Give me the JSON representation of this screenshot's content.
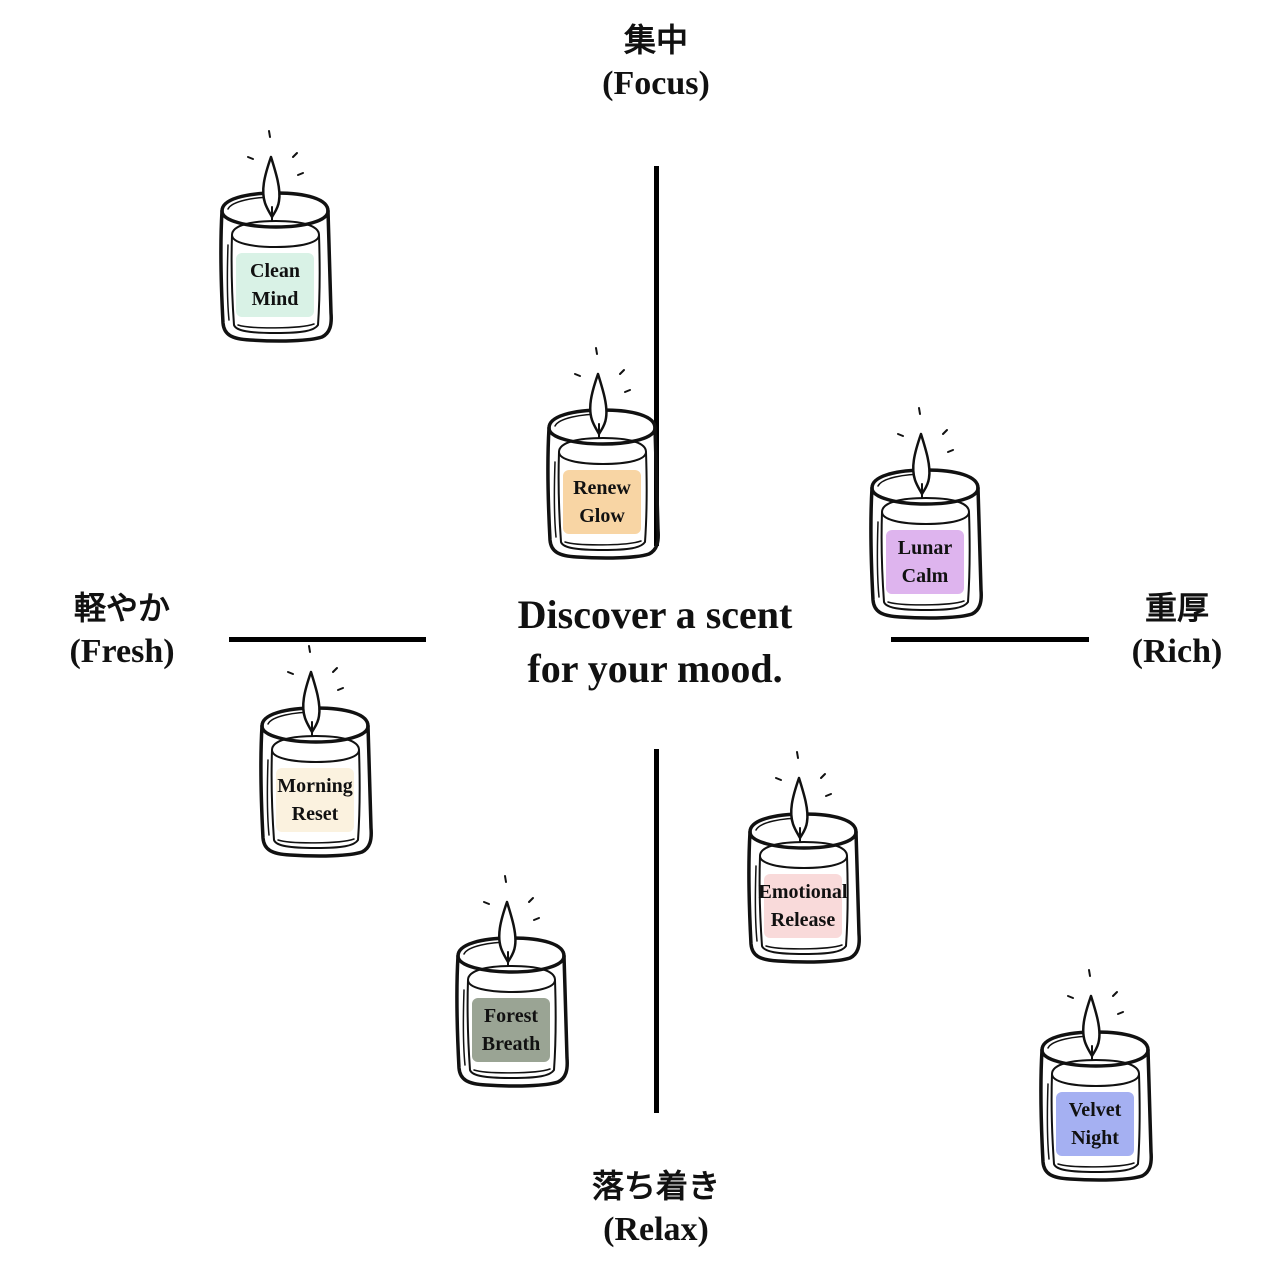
{
  "headline": {
    "line1": "Discover a scent",
    "line2": "for your mood."
  },
  "axes": {
    "top": {
      "jp": "集中",
      "en": "(Focus)"
    },
    "bottom": {
      "jp": "落ち着き",
      "en": "(Relax)"
    },
    "left": {
      "jp": "軽やか",
      "en": "(Fresh)"
    },
    "right": {
      "jp": "重厚",
      "en": "(Rich)"
    }
  },
  "candles": [
    {
      "line1": "Clean",
      "line2": "Mind",
      "color": "#d9f2e6",
      "quadrant": "fresh-focus"
    },
    {
      "line1": "Renew",
      "line2": "Glow",
      "color": "#f8d5a4",
      "quadrant": "fresh-focus"
    },
    {
      "line1": "Lunar",
      "line2": "Calm",
      "color": "#deb4ee",
      "quadrant": "rich-focus"
    },
    {
      "line1": "Morning",
      "line2": "Reset",
      "color": "#fbf2df",
      "quadrant": "fresh-relax"
    },
    {
      "line1": "Forest",
      "line2": "Breath",
      "color": "#9aa494",
      "quadrant": "fresh-relax"
    },
    {
      "line1": "Emotional",
      "line2": "Release",
      "color": "#f9dada",
      "quadrant": "rich-relax"
    },
    {
      "line1": "Velvet",
      "line2": "Night",
      "color": "#a5b0f2",
      "quadrant": "rich-relax"
    }
  ]
}
